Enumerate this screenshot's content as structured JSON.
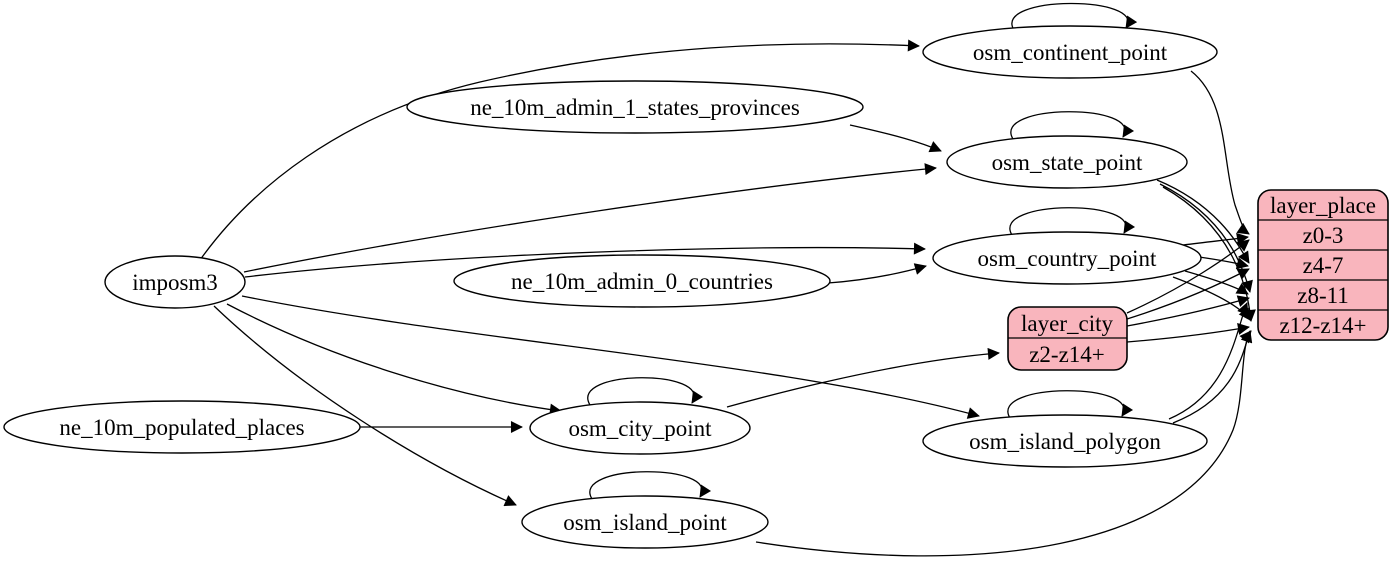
{
  "diagram": {
    "type": "graphviz-etl-flow",
    "colors": {
      "background": "#ffffff",
      "table_node_fill": "#ffffff",
      "layer_node_fill": "#f9b5bd",
      "stroke": "#000000"
    },
    "nodes": [
      {
        "id": "imposm3",
        "label": "imposm3",
        "shape": "ellipse"
      },
      {
        "id": "ne_10m_admin_1_states_provinces",
        "label": "ne_10m_admin_1_states_provinces",
        "shape": "ellipse"
      },
      {
        "id": "ne_10m_admin_0_countries",
        "label": "ne_10m_admin_0_countries",
        "shape": "ellipse"
      },
      {
        "id": "ne_10m_populated_places",
        "label": "ne_10m_populated_places",
        "shape": "ellipse"
      },
      {
        "id": "osm_continent_point",
        "label": "osm_continent_point",
        "shape": "ellipse"
      },
      {
        "id": "osm_state_point",
        "label": "osm_state_point",
        "shape": "ellipse"
      },
      {
        "id": "osm_country_point",
        "label": "osm_country_point",
        "shape": "ellipse"
      },
      {
        "id": "osm_city_point",
        "label": "osm_city_point",
        "shape": "ellipse"
      },
      {
        "id": "osm_island_polygon",
        "label": "osm_island_polygon",
        "shape": "ellipse"
      },
      {
        "id": "osm_island_point",
        "label": "osm_island_point",
        "shape": "ellipse"
      }
    ],
    "records": {
      "layer_city": {
        "title": "layer_city",
        "rows": [
          "z2-z14+"
        ]
      },
      "layer_place": {
        "title": "layer_place",
        "rows": [
          "z0-3",
          "z4-7",
          "z8-11",
          "z12-z14+"
        ]
      }
    },
    "edges": [
      {
        "from": "imposm3",
        "to": "osm_continent_point"
      },
      {
        "from": "imposm3",
        "to": "osm_state_point"
      },
      {
        "from": "imposm3",
        "to": "osm_country_point"
      },
      {
        "from": "imposm3",
        "to": "osm_city_point"
      },
      {
        "from": "imposm3",
        "to": "osm_island_polygon"
      },
      {
        "from": "imposm3",
        "to": "osm_island_point"
      },
      {
        "from": "ne_10m_admin_1_states_provinces",
        "to": "osm_state_point"
      },
      {
        "from": "ne_10m_admin_0_countries",
        "to": "osm_country_point"
      },
      {
        "from": "ne_10m_populated_places",
        "to": "osm_city_point"
      },
      {
        "from": "osm_continent_point",
        "to": "osm_continent_point"
      },
      {
        "from": "osm_state_point",
        "to": "osm_state_point"
      },
      {
        "from": "osm_country_point",
        "to": "osm_country_point"
      },
      {
        "from": "osm_city_point",
        "to": "osm_city_point"
      },
      {
        "from": "osm_island_polygon",
        "to": "osm_island_polygon"
      },
      {
        "from": "osm_island_point",
        "to": "osm_island_point"
      },
      {
        "from": "osm_continent_point",
        "to": "layer_place",
        "port": "z0-3"
      },
      {
        "from": "osm_state_point",
        "to": "layer_place",
        "port": "z4-7"
      },
      {
        "from": "osm_state_point",
        "to": "layer_place",
        "port": "z8-11"
      },
      {
        "from": "osm_state_point",
        "to": "layer_place",
        "port": "z12-z14+"
      },
      {
        "from": "osm_country_point",
        "to": "layer_place",
        "port": "z0-3"
      },
      {
        "from": "osm_country_point",
        "to": "layer_place",
        "port": "z4-7"
      },
      {
        "from": "osm_country_point",
        "to": "layer_place",
        "port": "z8-11"
      },
      {
        "from": "osm_country_point",
        "to": "layer_place",
        "port": "z12-z14+"
      },
      {
        "from": "osm_city_point",
        "to": "layer_city",
        "port": "z2-z14+"
      },
      {
        "from": "layer_city",
        "to": "layer_place",
        "port": "z0-3"
      },
      {
        "from": "layer_city",
        "to": "layer_place",
        "port": "z4-7"
      },
      {
        "from": "layer_city",
        "to": "layer_place",
        "port": "z8-11"
      },
      {
        "from": "layer_city",
        "to": "layer_place",
        "port": "z12-z14+"
      },
      {
        "from": "osm_island_polygon",
        "to": "layer_place",
        "port": "z8-11"
      },
      {
        "from": "osm_island_polygon",
        "to": "layer_place",
        "port": "z12-z14+"
      },
      {
        "from": "osm_island_point",
        "to": "layer_place",
        "port": "z12-z14+"
      }
    ]
  }
}
